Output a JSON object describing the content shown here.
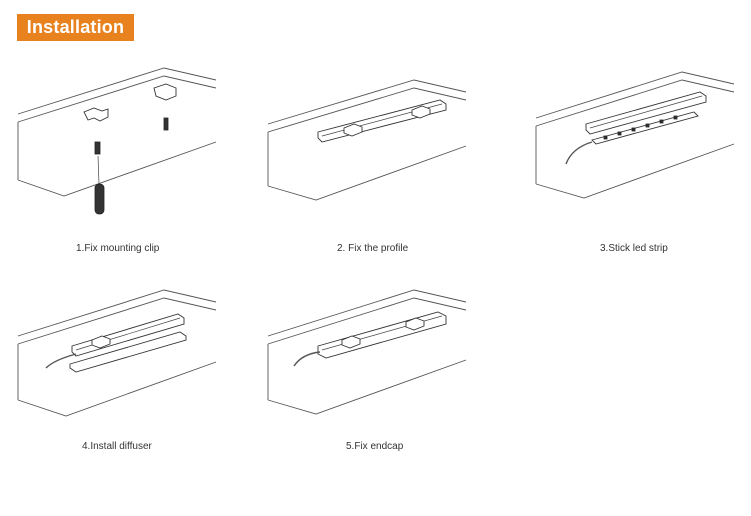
{
  "header": {
    "title": "Installation"
  },
  "colors": {
    "accent": "#e8821e",
    "line": "#555555"
  },
  "steps": [
    {
      "caption": "1.Fix mounting clip"
    },
    {
      "caption": "2. Fix the profile"
    },
    {
      "caption": "3.Stick led strip"
    },
    {
      "caption": "4.Install diffuser"
    },
    {
      "caption": "5.Fix endcap"
    }
  ]
}
